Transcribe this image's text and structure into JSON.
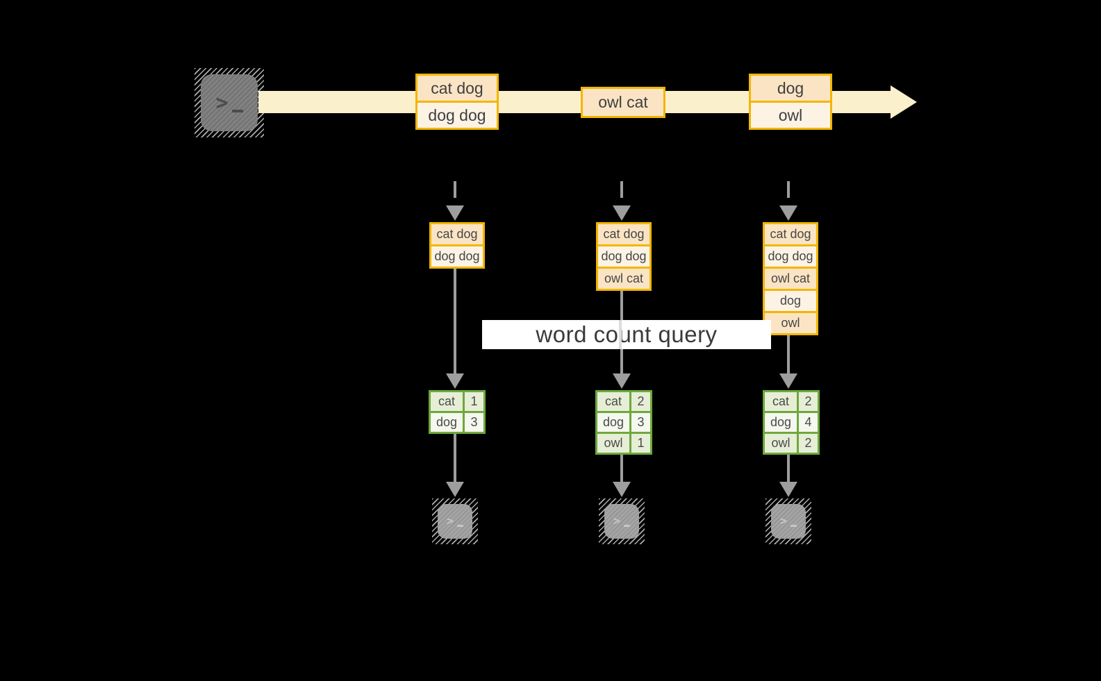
{
  "banner": {
    "label": "word count query"
  },
  "stream": {
    "events": [
      {
        "rows": [
          "cat dog",
          "dog dog"
        ]
      },
      {
        "rows": [
          "owl cat"
        ]
      },
      {
        "rows": [
          "dog",
          "owl"
        ]
      }
    ]
  },
  "batches": [
    {
      "rows": [
        "cat dog",
        "dog dog"
      ]
    },
    {
      "rows": [
        "cat dog",
        "dog dog",
        "owl cat"
      ]
    },
    {
      "rows": [
        "cat dog",
        "dog dog",
        "owl cat",
        "dog",
        "owl"
      ]
    }
  ],
  "counts": [
    {
      "rows": [
        {
          "word": "cat",
          "count": "1"
        },
        {
          "word": "dog",
          "count": "3"
        }
      ]
    },
    {
      "rows": [
        {
          "word": "cat",
          "count": "2"
        },
        {
          "word": "dog",
          "count": "3"
        },
        {
          "word": "owl",
          "count": "1"
        }
      ]
    },
    {
      "rows": [
        {
          "word": "cat",
          "count": "2"
        },
        {
          "word": "dog",
          "count": "4"
        },
        {
          "word": "owl",
          "count": "2"
        }
      ]
    }
  ],
  "icons": {
    "source": "terminal-icon",
    "sinks": [
      "terminal-icon",
      "terminal-icon",
      "terminal-icon"
    ],
    "prompt_glyph": ">"
  },
  "colors": {
    "background": "#000000",
    "stream_arrow": "#faf0cb",
    "event_border": "#f2b600",
    "event_fill_dark": "#fbe4c4",
    "event_fill_light": "#fdf3e5",
    "table_border": "#6ea83d",
    "table_fill_dark": "#e6eed6",
    "table_fill_light": "#f4f8ee",
    "arrow_gray": "#9e9e9e",
    "banner_bg": "#ffffff",
    "terminal_gray": "#7a7a7a",
    "terminal_gray_light": "#9c9c9c"
  }
}
